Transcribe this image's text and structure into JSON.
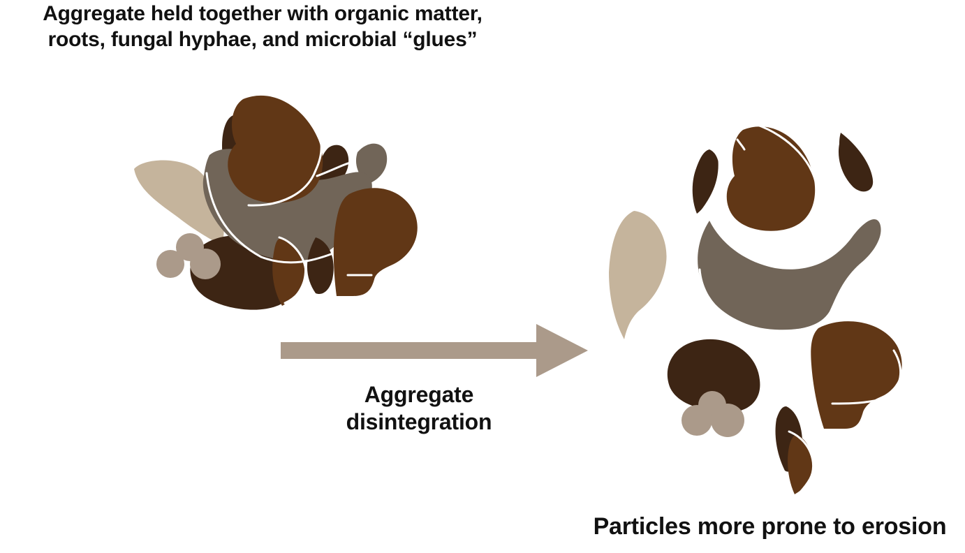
{
  "diagram": {
    "top_caption": {
      "line1": "Aggregate held together with organic matter,",
      "line2": "roots, fungal hyphae, and microbial “glues”"
    },
    "process_caption": {
      "line1": "Aggregate",
      "line2": "disintegration"
    },
    "bottom_caption": "Particles more prone to erosion"
  },
  "colors": {
    "dark_brown": "#3d2514",
    "medium_brown": "#613716",
    "gray_brown": "#716558",
    "tan": "#c5b49c",
    "pebble": "#ab9a8a",
    "arrow": "#ab9a8a",
    "glue_line": "#ffffff"
  }
}
